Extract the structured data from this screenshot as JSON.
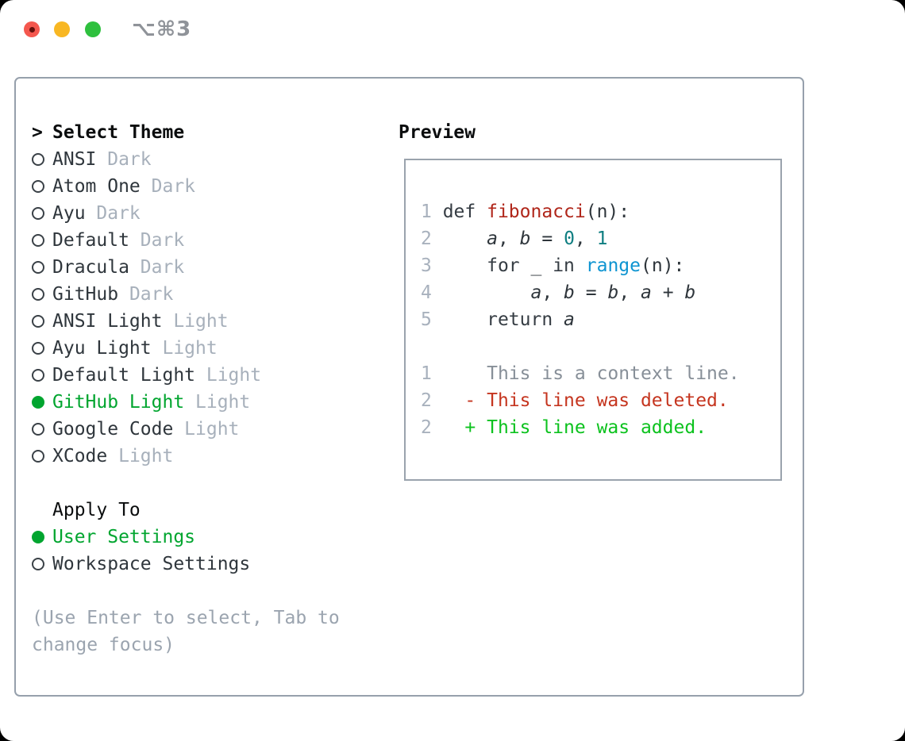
{
  "window": {
    "titlebar": {
      "shortcut": "⌥⌘3",
      "traffic_lights": [
        "close",
        "minimize",
        "zoom"
      ]
    }
  },
  "colors": {
    "selection_green": "#01a52f",
    "added_green": "#0cc21e",
    "deleted_red": "#c5351f",
    "function_red": "#b0261a",
    "builtin_blue": "#0e94d1",
    "number_teal": "#0f7e81",
    "muted_gray": "#a7b0bb",
    "hint_gray": "#9ba4af",
    "panel_border": "#96a0ac"
  },
  "picker": {
    "prompt_char": ">",
    "title": "Select Theme",
    "themes": [
      {
        "label": "ANSI",
        "variant": "Dark",
        "selected": false
      },
      {
        "label": "Atom One",
        "variant": "Dark",
        "selected": false
      },
      {
        "label": "Ayu",
        "variant": "Dark",
        "selected": false
      },
      {
        "label": "Default",
        "variant": "Dark",
        "selected": false
      },
      {
        "label": "Dracula",
        "variant": "Dark",
        "selected": false
      },
      {
        "label": "GitHub",
        "variant": "Dark",
        "selected": false
      },
      {
        "label": "ANSI Light",
        "variant": "Light",
        "selected": false
      },
      {
        "label": "Ayu Light",
        "variant": "Light",
        "selected": false
      },
      {
        "label": "Default Light",
        "variant": "Light",
        "selected": false
      },
      {
        "label": "GitHub Light",
        "variant": "Light",
        "selected": true
      },
      {
        "label": "Google Code",
        "variant": "Light",
        "selected": false
      },
      {
        "label": "XCode",
        "variant": "Light",
        "selected": false
      }
    ],
    "apply_to": {
      "title": "Apply To",
      "options": [
        {
          "label": "User Settings",
          "selected": true
        },
        {
          "label": "Workspace Settings",
          "selected": false
        }
      ]
    },
    "hint_lines": [
      "(Use Enter to select, Tab to",
      "change focus)"
    ]
  },
  "preview": {
    "title": "Preview",
    "code_lines": [
      [
        [
          "n",
          "1 "
        ],
        [
          "k",
          "def "
        ],
        [
          "f",
          "fibonacci"
        ],
        [
          "p",
          "(n):"
        ]
      ],
      [
        [
          "n",
          "2 "
        ],
        [
          "p",
          "    "
        ],
        [
          "v",
          "a"
        ],
        [
          "p",
          ", "
        ],
        [
          "v",
          "b"
        ],
        [
          "p",
          " = "
        ],
        [
          "num",
          "0"
        ],
        [
          "p",
          ", "
        ],
        [
          "num",
          "1"
        ]
      ],
      [
        [
          "n",
          "3 "
        ],
        [
          "p",
          "    "
        ],
        [
          "k",
          "for"
        ],
        [
          "p",
          " _ "
        ],
        [
          "k",
          "in"
        ],
        [
          "p",
          " "
        ],
        [
          "b",
          "range"
        ],
        [
          "p",
          "(n):"
        ]
      ],
      [
        [
          "n",
          "4 "
        ],
        [
          "p",
          "        "
        ],
        [
          "v",
          "a"
        ],
        [
          "p",
          ", "
        ],
        [
          "v",
          "b"
        ],
        [
          "p",
          " = "
        ],
        [
          "v",
          "b"
        ],
        [
          "p",
          ", "
        ],
        [
          "v",
          "a"
        ],
        [
          "p",
          " + "
        ],
        [
          "v",
          "b"
        ]
      ],
      [
        [
          "n",
          "5 "
        ],
        [
          "p",
          "    "
        ],
        [
          "k",
          "return"
        ],
        [
          "p",
          " "
        ],
        [
          "v",
          "a"
        ]
      ],
      [],
      [
        [
          "n",
          "1"
        ],
        [
          "p",
          "     "
        ],
        [
          "ctx",
          "This is a context line."
        ]
      ],
      [
        [
          "n",
          "2"
        ],
        [
          "p",
          "   "
        ],
        [
          "del",
          "- This line was deleted."
        ]
      ],
      [
        [
          "n",
          "2"
        ],
        [
          "p",
          "   "
        ],
        [
          "add",
          "+ This line was added."
        ]
      ]
    ]
  }
}
